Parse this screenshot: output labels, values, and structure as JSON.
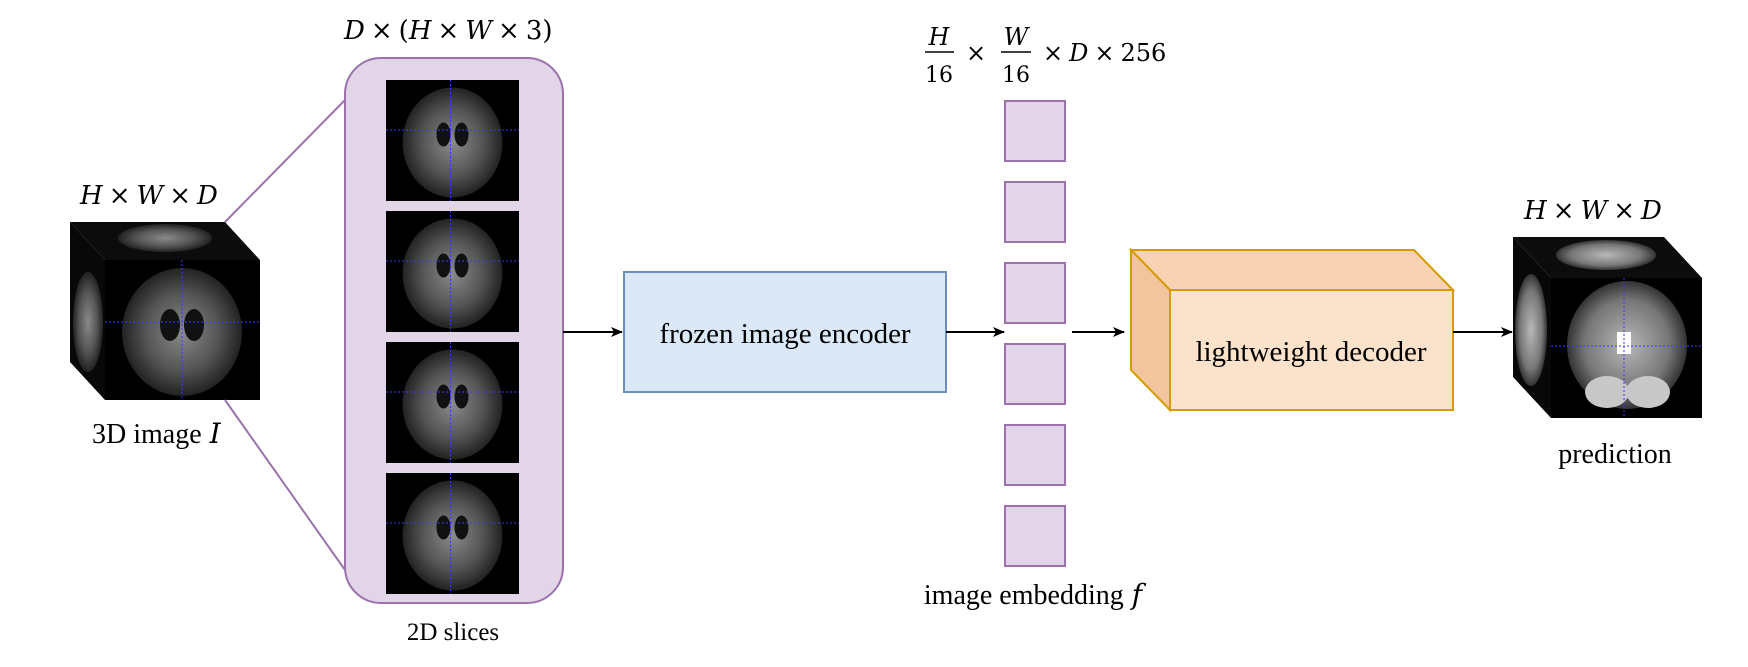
{
  "input": {
    "dims": {
      "a": "H",
      "b": "W",
      "c": "D",
      "times": "×"
    },
    "caption_text": "3D image",
    "caption_symbol": "I"
  },
  "slices": {
    "dims": {
      "d": "D",
      "times": "×",
      "open": "(",
      "h": "H",
      "w": "W",
      "three": "3",
      "close": ")"
    },
    "caption": "2D slices",
    "count": 4
  },
  "encoder": {
    "label": "frozen image encoder"
  },
  "embedding": {
    "dims": {
      "h_num": "H",
      "w_num": "W",
      "den": "16",
      "times": "×",
      "d": "D",
      "ch": "256"
    },
    "caption_text": "image embedding",
    "caption_symbol": "f",
    "token_count": 6
  },
  "decoder": {
    "label": "lightweight decoder"
  },
  "output": {
    "dims": {
      "a": "H",
      "b": "W",
      "c": "D",
      "times": "×"
    },
    "caption": "prediction"
  },
  "colors": {
    "slice_panel_fill": "#e3d5e8",
    "slice_panel_stroke": "#9b72ad",
    "encoder_fill": "#dae8f8",
    "encoder_stroke": "#6c8ebf",
    "decoder_front": "#fbe2cb",
    "decoder_top": "#f7d3b3",
    "decoder_side": "#f2c59e",
    "decoder_stroke": "#d79b00",
    "token_fill": "#e3d5e8",
    "token_stroke": "#9b72ad",
    "arrow": "#000000",
    "mri_bg": "#000000"
  }
}
